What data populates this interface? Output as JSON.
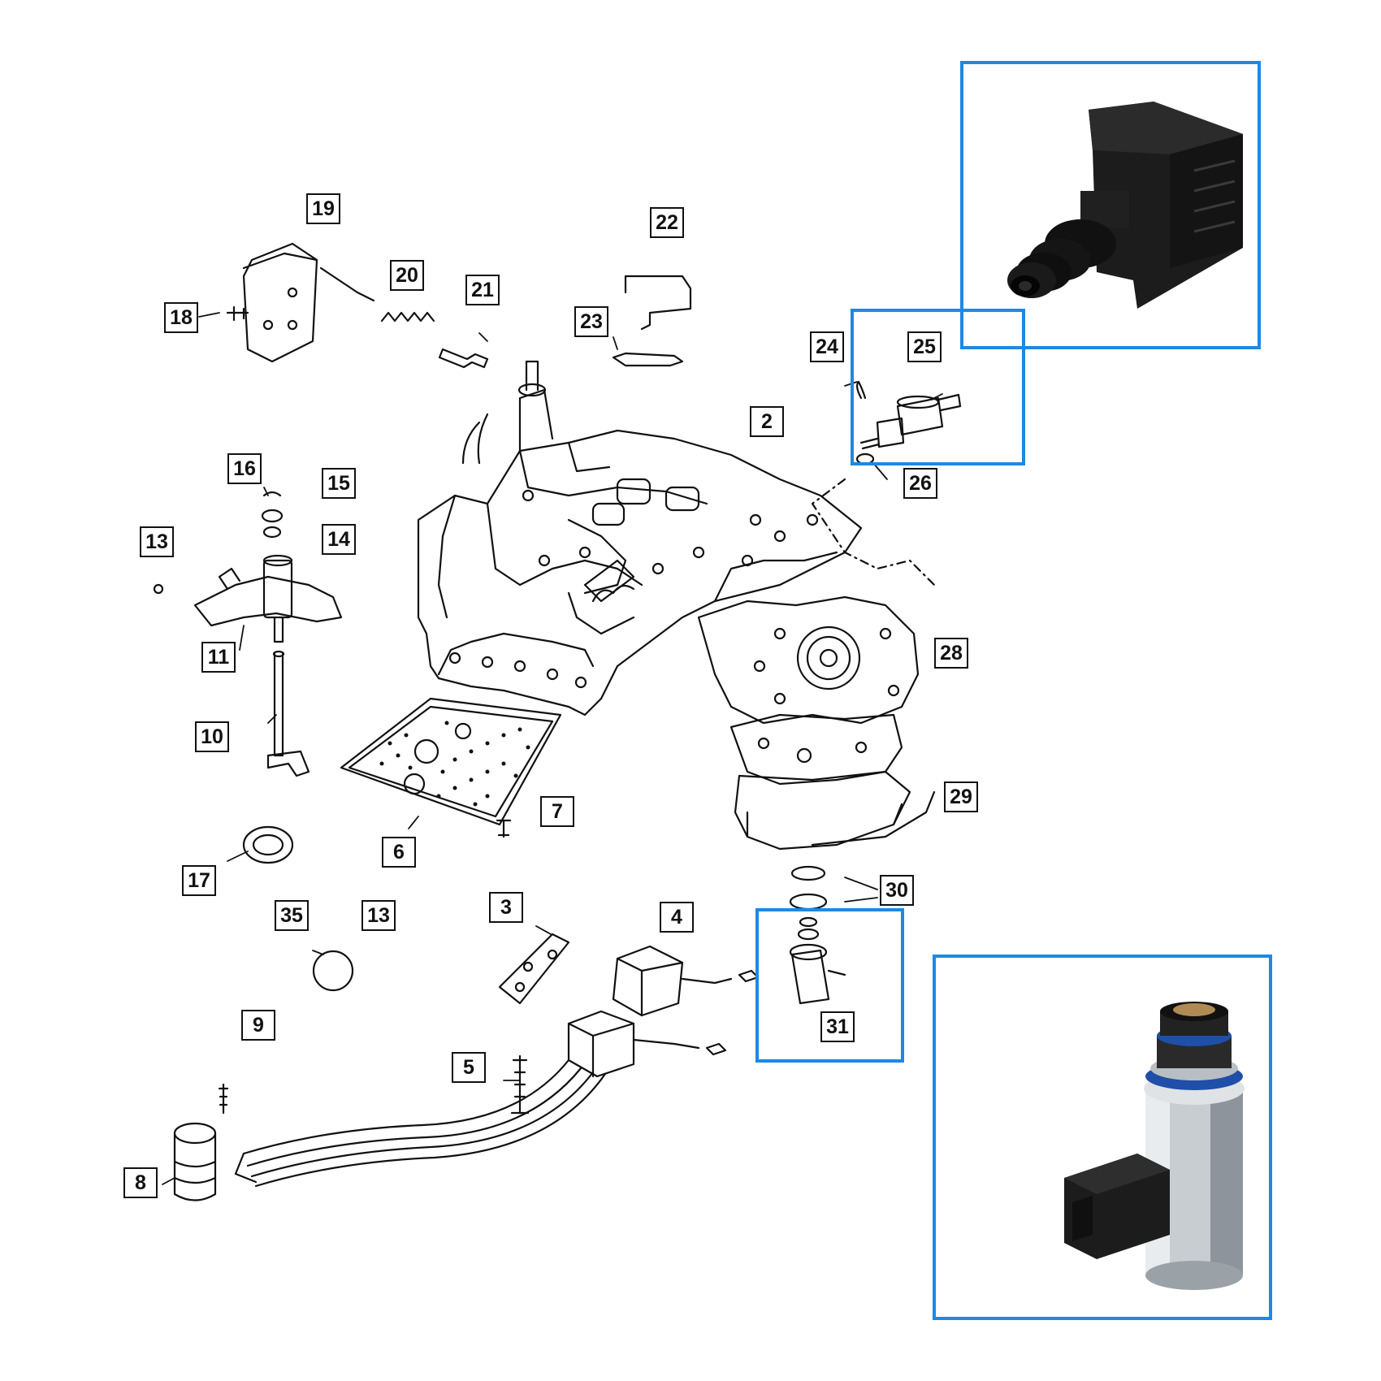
{
  "callouts": {
    "c2": "2",
    "c3": "3",
    "c4": "4",
    "c5": "5",
    "c6": "6",
    "c7": "7",
    "c8": "8",
    "c9": "9",
    "c10": "10",
    "c11": "11",
    "c13a": "13",
    "c13b": "13",
    "c14": "14",
    "c15": "15",
    "c16": "16",
    "c17": "17",
    "c18": "18",
    "c19": "19",
    "c20": "20",
    "c21": "21",
    "c22": "22",
    "c23": "23",
    "c24": "24",
    "c25": "25",
    "c26": "26",
    "c28": "28",
    "c29": "29",
    "c30": "30",
    "c31": "31",
    "c35": "35"
  },
  "colors": {
    "highlight": "#1e88e5",
    "line": "#111111",
    "solenoid_black": "#1a1a1a",
    "solenoid_blue": "#1f4fa8",
    "chrome": "#c8cdd2",
    "brass": "#b08a55"
  },
  "parts": [
    "valve-body",
    "manual-valve-lever",
    "shaft",
    "filter-screen",
    "solenoid-assembly",
    "governor-pressure-solenoid",
    "pressure-sensor",
    "transmission-range-sensor",
    "accumulator-plate",
    "throttle-lever",
    "spring",
    "valve",
    "clip"
  ]
}
